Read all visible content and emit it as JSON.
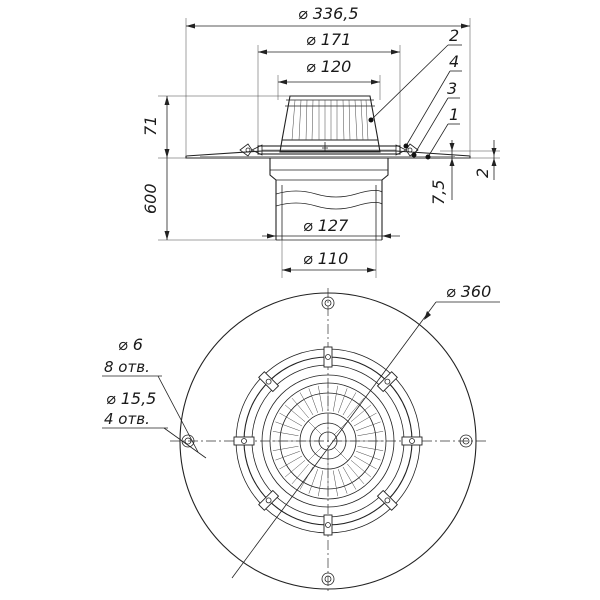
{
  "dimensions": {
    "d_flange": "336,5",
    "d_clamp": "171",
    "d_cap": "120",
    "height_top": "71",
    "height_pipe": "600",
    "d_pipe_outer": "127",
    "d_pipe_inner": "110",
    "offset_7_5": "7,5",
    "offset_2": "2",
    "d_outer_circle": "360",
    "hole_small": "6",
    "hole_small_count": "8 отв.",
    "hole_large": "15,5",
    "hole_large_count": "4 отв."
  },
  "callouts": [
    "2",
    "4",
    "3",
    "1"
  ],
  "diameter_symbol": "⌀"
}
